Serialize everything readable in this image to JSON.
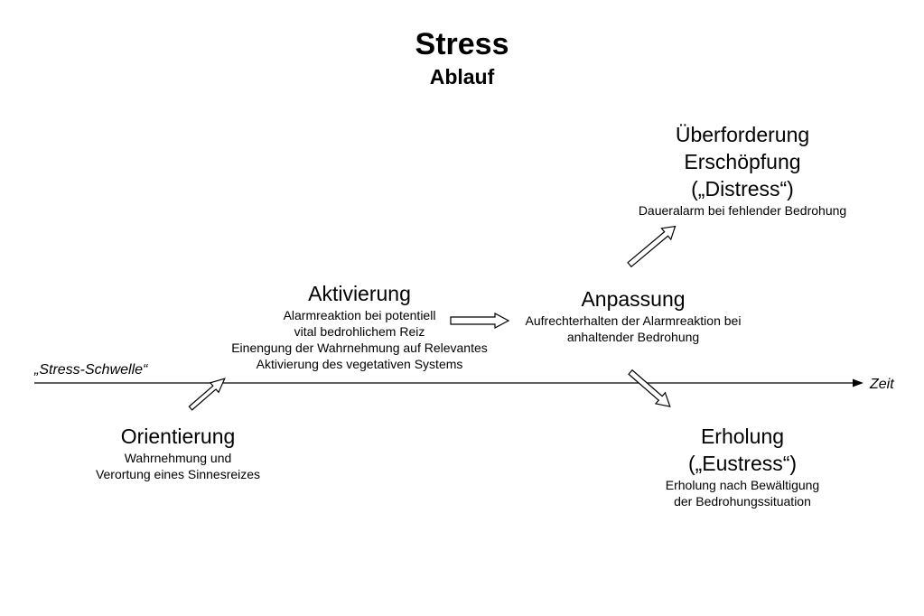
{
  "title": "Stress",
  "subtitle": "Ablauf",
  "axis": {
    "threshold_label": "„Stress-Schwelle“",
    "time_label": "Zeit"
  },
  "stages": {
    "orientierung": {
      "heading": "Orientierung",
      "lines": [
        "Wahrnehmung und",
        "Verortung eines Sinnesreizes"
      ]
    },
    "aktivierung": {
      "heading": "Aktivierung",
      "lines": [
        "Alarmreaktion bei potentiell",
        "vital bedrohlichem Reiz",
        "Einengung der Wahrnehmung auf Relevantes",
        "Aktivierung des vegetativen Systems"
      ]
    },
    "anpassung": {
      "heading": "Anpassung",
      "lines": [
        "Aufrechterhalten der Alarmreaktion bei",
        "anhaltender Bedrohung"
      ]
    },
    "distress": {
      "headings": [
        "Überforderung",
        "Erschöpfung",
        "(„Distress“)"
      ],
      "lines": [
        "Daueralarm bei fehlender Bedrohung"
      ]
    },
    "eustress": {
      "headings": [
        "Erholung",
        "(„Eustress“)"
      ],
      "lines": [
        "Erholung nach Bewältigung",
        "der Bedrohungssituation"
      ]
    }
  }
}
